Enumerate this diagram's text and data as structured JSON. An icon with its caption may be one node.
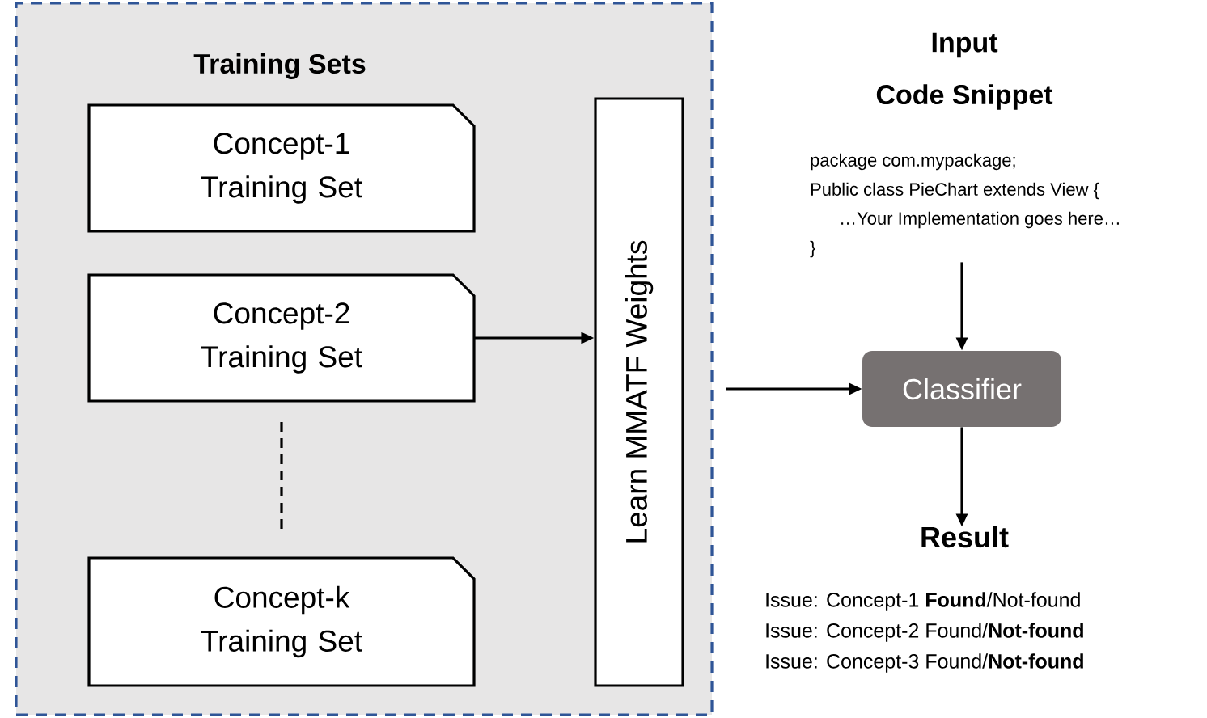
{
  "diagram": {
    "nodes": [
      {
        "text": [
          "Training Sets"
        ]
      },
      {
        "text": [
          "Concept-1 Training Set"
        ],
        "in": 0
      },
      {
        "text": [
          "Concept-2 Training Set"
        ],
        "in": 0
      },
      {
        "text": [
          "Concept-k Training Set"
        ],
        "in": 0
      },
      {
        "text": [
          "Learn MMATF Weights"
        ],
        "in": 0
      },
      {
        "text": [
          "Input",
          "Code Snippet",
          "package com.mypackage;",
          "Public class PieChart extends View {",
          "…Your Implementation goes here…",
          "}"
        ]
      },
      {
        "text": [
          "Classifier"
        ]
      },
      {
        "text": [
          "Result",
          "Issue: Concept-1 **Found**/Not-found",
          "Issue: Concept-2 Found/**Not-found**",
          "Issue: Concept-3 Found/**Not-found**"
        ]
      }
    ],
    "edges": [
      {
        "from": 2,
        "to": 4,
        "arrow": "to"
      },
      {
        "from": 0,
        "to": 6,
        "arrow": "to"
      },
      {
        "from": 5,
        "to": 6,
        "arrow": "to"
      },
      {
        "from": 6,
        "to": 7,
        "arrow": "to"
      }
    ]
  }
}
